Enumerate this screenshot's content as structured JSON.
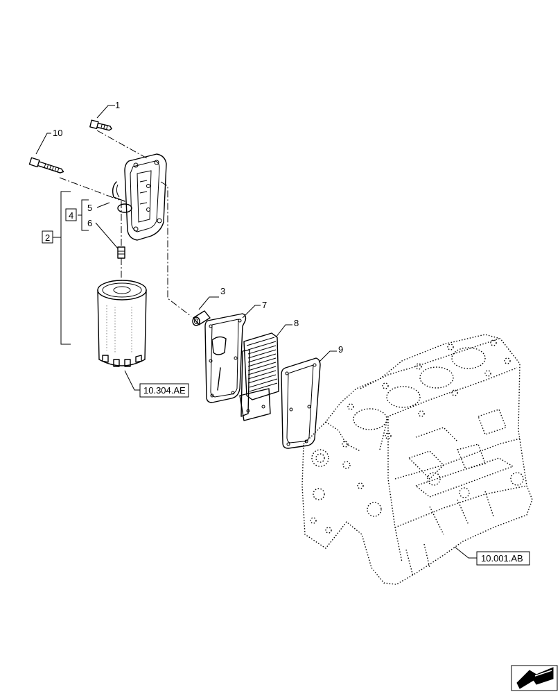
{
  "callouts": {
    "c1": "1",
    "c2": "2",
    "c3": "3",
    "c4": "4",
    "c5": "5",
    "c6": "6",
    "c7": "7",
    "c8": "8",
    "c9": "9",
    "c10": "10"
  },
  "references": {
    "filter_ref": "10.304.AE",
    "block_ref": "10.001.AB"
  },
  "navigation": {
    "icon": "previous-page-arrow-icon"
  }
}
